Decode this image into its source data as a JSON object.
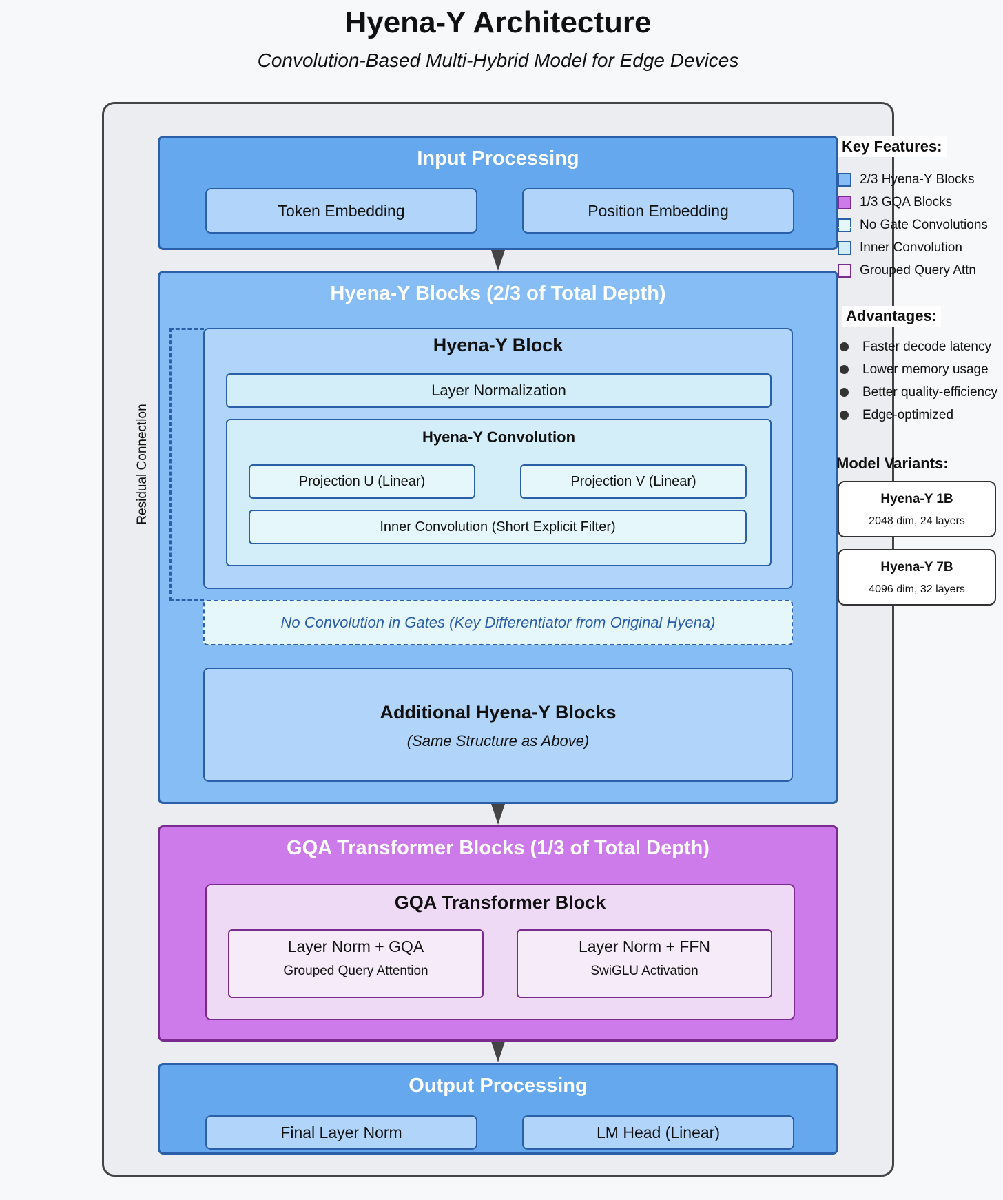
{
  "title": "Hyena-Y Architecture",
  "subtitle": "Convolution-Based Multi-Hybrid Model for Edge Devices",
  "input": {
    "title": "Input Processing",
    "items": [
      "Token Embedding",
      "Position Embedding"
    ]
  },
  "hyena": {
    "title": "Hyena-Y Blocks (2/3 of Total Depth)",
    "residual_label": "Residual Connection",
    "block_title": "Hyena-Y Block",
    "layer_norm": "Layer Normalization",
    "conv_title": "Hyena-Y Convolution",
    "proj_u": "Projection U (Linear)",
    "proj_v": "Projection V (Linear)",
    "inner_conv": "Inner Convolution (Short Explicit Filter)",
    "no_gate_note": "No Convolution in Gates (Key Differentiator from Original Hyena)",
    "additional_title": "Additional Hyena-Y Blocks",
    "additional_sub": "(Same Structure as Above)"
  },
  "gqa": {
    "title": "GQA Transformer Blocks (1/3 of Total Depth)",
    "block_title": "GQA Transformer Block",
    "left_title": "Layer Norm + GQA",
    "left_sub": "Grouped Query Attention",
    "right_title": "Layer Norm + FFN",
    "right_sub": "SwiGLU Activation"
  },
  "output": {
    "title": "Output Processing",
    "items": [
      "Final Layer Norm",
      "LM Head (Linear)"
    ]
  },
  "legend": {
    "features_title": "Key Features:",
    "features": [
      {
        "label": "2/3 Hyena-Y Blocks",
        "color": "#86bdf4",
        "border": "#2b5fa8",
        "style": "solid"
      },
      {
        "label": "1/3 GQA Blocks",
        "color": "#cd7aea",
        "border": "#7a2b8f",
        "style": "solid"
      },
      {
        "label": "No Gate Convolutions",
        "color": "#e6f7fb",
        "border": "#2b5fa8",
        "style": "dashed"
      },
      {
        "label": "Inner Convolution",
        "color": "#d3eef8",
        "border": "#2b5fa8",
        "style": "solid"
      },
      {
        "label": "Grouped Query Attn",
        "color": "#f6ebf9",
        "border": "#7a2b8f",
        "style": "solid"
      }
    ],
    "advantages_title": "Advantages:",
    "advantages": [
      "Faster decode latency",
      "Lower memory usage",
      "Better quality-efficiency",
      "Edge-optimized"
    ],
    "variants_title": "Model Variants:",
    "variants": [
      {
        "name": "Hyena-Y 1B",
        "spec": "2048 dim, 24 layers"
      },
      {
        "name": "Hyena-Y 7B",
        "spec": "4096 dim, 32 layers"
      }
    ]
  }
}
